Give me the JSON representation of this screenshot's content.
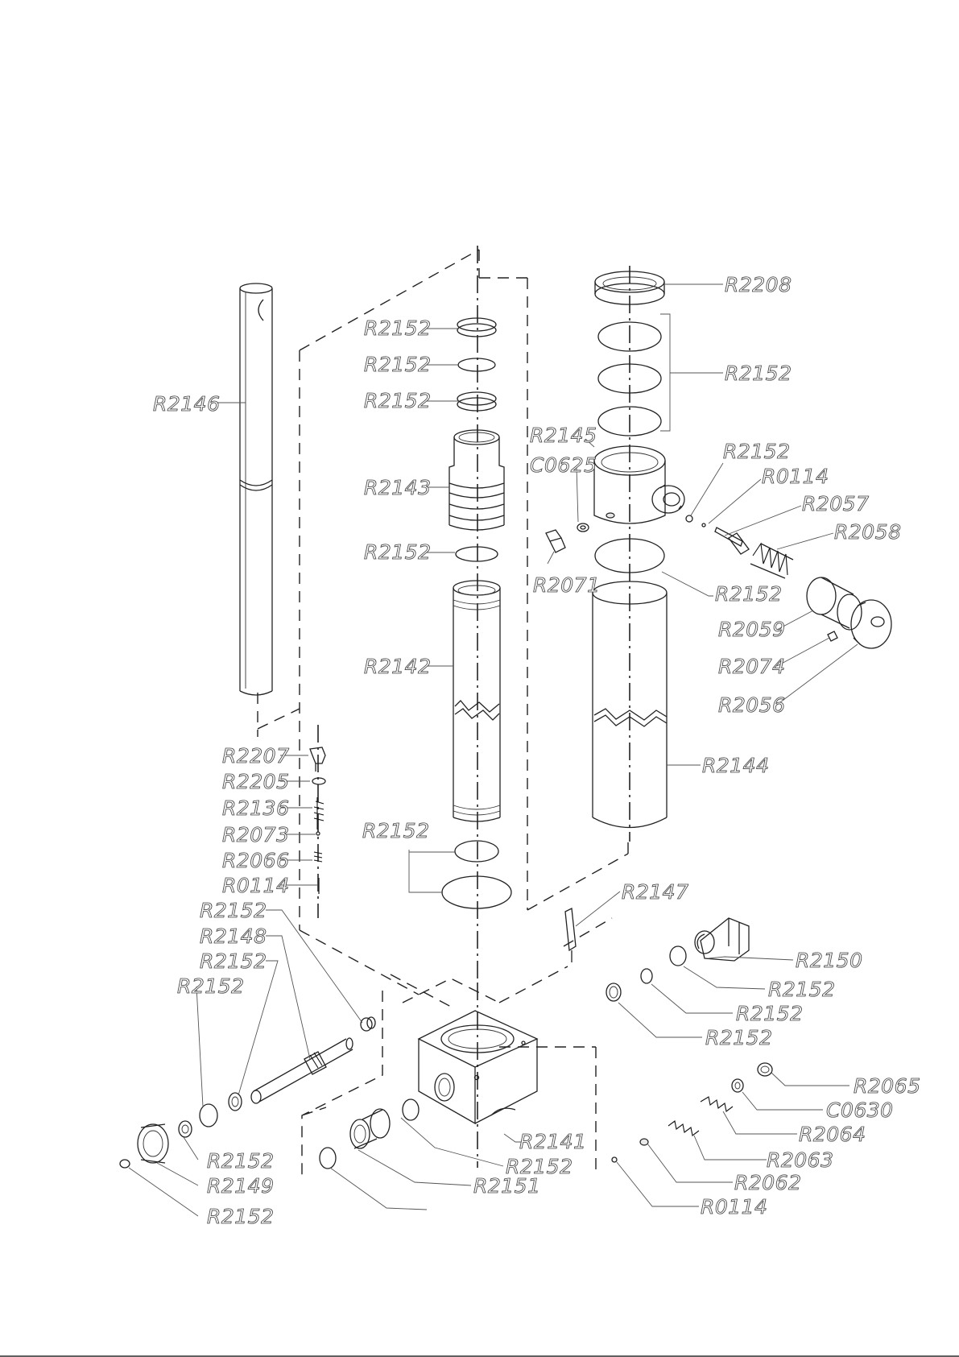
{
  "labels": [
    "R2208",
    "R2152",
    "R2152",
    "R2152",
    "R2146",
    "R2152",
    "R2145",
    "C0625",
    "R2152",
    "R2143",
    "R0114",
    "R2057",
    "R2058",
    "R2152",
    "R2071",
    "R2152",
    "R2059",
    "R2142",
    "R2074",
    "R2056",
    "R2144",
    "R2207",
    "R2205",
    "R2136",
    "R2073",
    "R2152",
    "R2066",
    "R0114",
    "R2147",
    "R2152",
    "R2148",
    "R2150",
    "R2152",
    "R2152",
    "R2152",
    "R2152",
    "R2152",
    "R2065",
    "C0630",
    "R2141",
    "R2064",
    "R2152",
    "R2063",
    "R2151",
    "R2149",
    "R2062",
    "R2152",
    "R0114",
    "R2152"
  ]
}
